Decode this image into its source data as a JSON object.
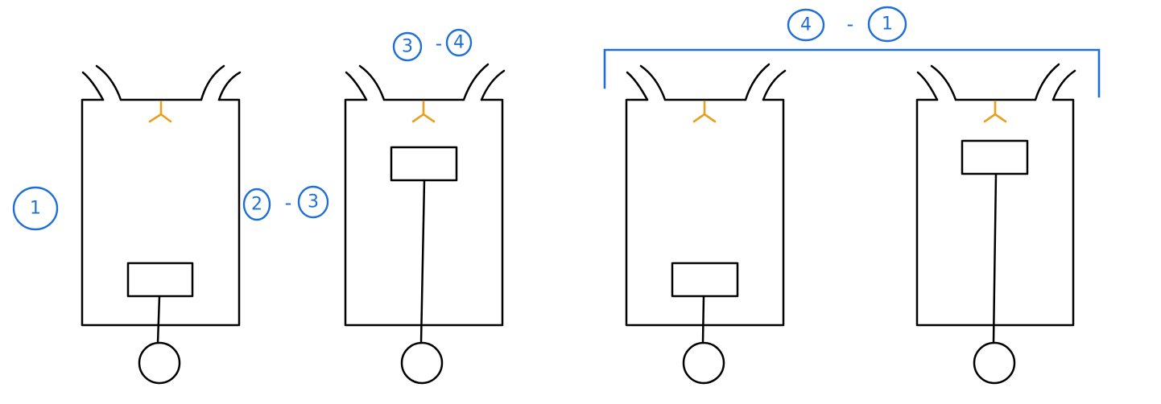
{
  "diagram": {
    "step_labels": {
      "stroke_1": {
        "number": "1"
      },
      "stroke_2_3": {
        "from": "2",
        "separator": "-",
        "to": "3"
      },
      "stroke_3_4": {
        "from": "3",
        "separator": "-",
        "to": "4"
      },
      "stroke_4_1": {
        "from": "4",
        "separator": "-",
        "to": "1"
      }
    },
    "colors": {
      "annotation": "#1f6fd6",
      "spark_plug": "#e8a020",
      "outline": "#000000"
    },
    "engine_stages": [
      {
        "id": "stage-1",
        "piston_position": "bottom"
      },
      {
        "id": "stage-2",
        "piston_position": "top"
      },
      {
        "id": "stage-3",
        "piston_position": "bottom"
      },
      {
        "id": "stage-4",
        "piston_position": "top"
      }
    ]
  }
}
